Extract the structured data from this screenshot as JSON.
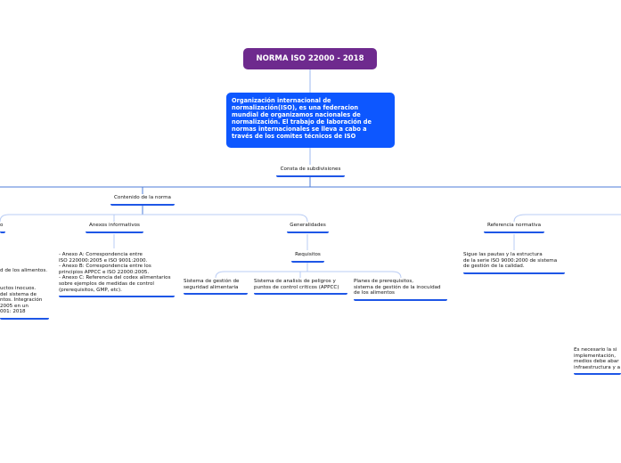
{
  "root": {
    "title": "NORMA ISO 22000 - 2018"
  },
  "main": {
    "text": "Organización internacional de\nnormalización(ISO), es una federacion\nmundial de organizamos nacionales de\nnormalización. El trabajo de laboración de\nnormas internacionales se lleva a cabo a\ntravés de los comites técnicos de ISO"
  },
  "subdivisions": {
    "label": "Consta de subdivisiones"
  },
  "contenido": {
    "label": "Contenido de la norma"
  },
  "left_fragment": {
    "label": "o"
  },
  "anexos": {
    "label": "Anexos informativos",
    "detail": "- Anexo A: Correspondencia entre\n ISO 220000:2005 e ISO 9001:2000.\n- Anexo B: Correspondencia entre los\n principios APPCC e ISO 22000:2005.\n- Anexo C: Referencia del codex alimentarios\n sobre ejemplos de medidas de control\n(prerequisitos, GMP, etc)."
  },
  "generalidades": {
    "label": "Generalidades"
  },
  "requisitos": {
    "label": "Requisitos",
    "children": [
      "Sistema de gestión de\nseguridad alimentaria",
      "Sistema de analisis de peligros y\npuntos de control criticos (APPCC)",
      "Planes de prerequisitos,\nsistema de gestión de la inocuidad\nde los alimentos"
    ]
  },
  "left_clipped": {
    "a": "d de los alimentos.",
    "b": "uctos inocuos.\ndel sistema de\nntos. Integración\n2005 en un\n001: 2018"
  },
  "referencia": {
    "label": "Referencia normativa",
    "detail": "Sigue las pautas y la estructura\nde la serie ISO 9000:2000 de sistema\n de gestión de la calidad."
  },
  "right_clipped": {
    "text": "Es necesario la si\nimplementación, \nmedios debe abar\ninfraestructura y a"
  }
}
